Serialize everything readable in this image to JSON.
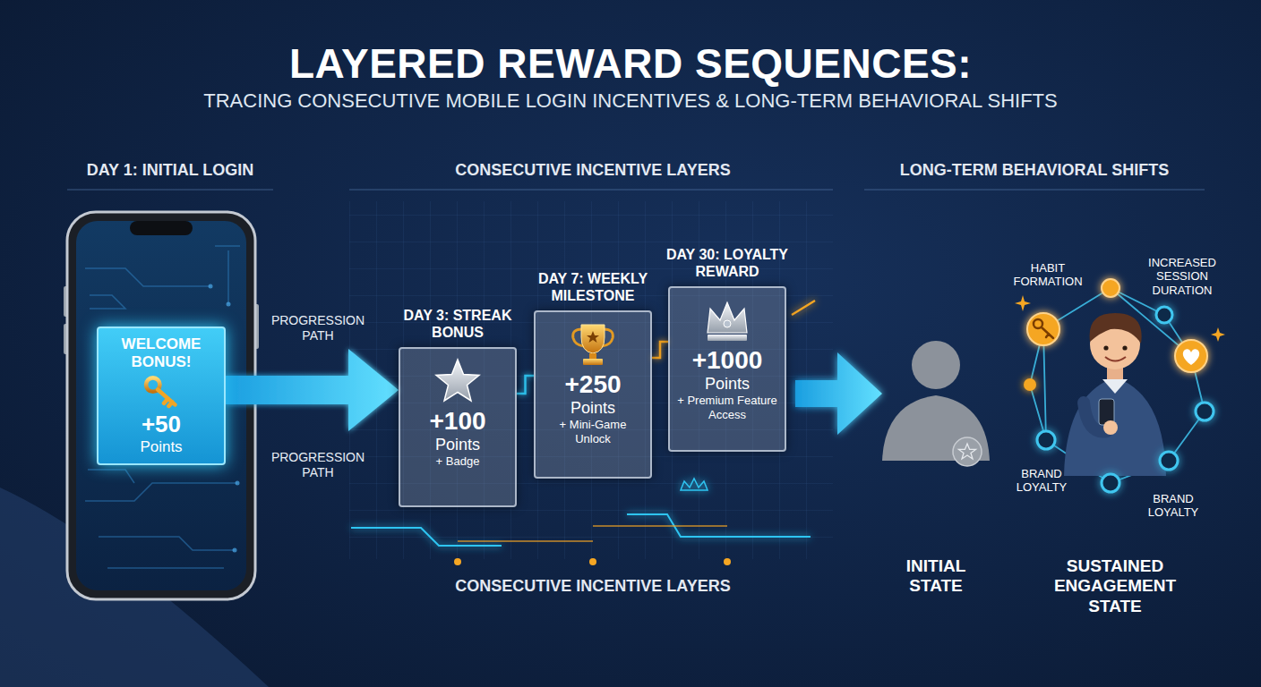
{
  "diagram": {
    "title": "LAYERED REWARD SEQUENCES:",
    "nodes": [
      {
        "text": [
          "WELCOME BONUS!",
          "+50",
          "Points"
        ]
      },
      {
        "text": [
          "DAY 3: STREAK BONUS",
          "+100",
          "Points",
          "+ Badge"
        ]
      },
      {
        "text": [
          "DAY 7: WEEKLY MILESTONE",
          "+250",
          "Points",
          "+ Mini-Game Unlock"
        ]
      },
      {
        "text": [
          "DAY 30: LOYALTY REWARD",
          "+1000",
          "Points",
          "+ Premium Feature Access"
        ]
      }
    ],
    "edges": [
      {
        "from": 0,
        "to": 1,
        "arrow": "to"
      },
      {
        "from": 1,
        "to": 2,
        "arrow": "none"
      },
      {
        "from": 2,
        "to": 3,
        "arrow": "none"
      }
    ],
    "labels": [
      "TRACING CONSECUTIVE MOBILE LOGIN INCENTIVES & LONG-TERM BEHAVIORAL SHIFTS",
      "DAY 1: INITIAL LOGIN",
      "CONSECUTIVE INCENTIVE LAYERS",
      "LONG-TERM BEHAVIORAL SHIFTS",
      "PROGRESSION PATH",
      "PROGRESSION PATH",
      "CONSECUTIVE INCENTIVE LAYERS",
      "HABIT FORMATION",
      "INCREASED SESSION DURATION",
      "BRAND LOYALTY",
      "BRAND LOYALTY",
      "INITIAL STATE",
      "SUSTAINED ENGAGEMENT STATE"
    ]
  }
}
